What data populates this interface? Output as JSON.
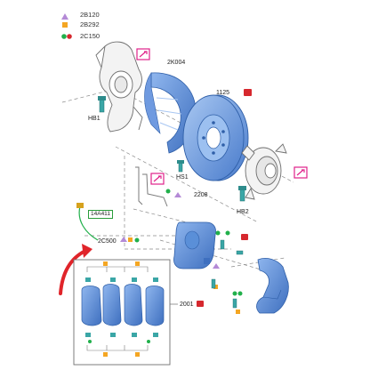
{
  "legend": [
    {
      "marker": "triangle",
      "color": "#b48ad6",
      "code": "2B120"
    },
    {
      "marker": "square",
      "color": "#f4a623",
      "code": "2B292"
    },
    {
      "marker": "circle-pair",
      "color": "#21b04b",
      "code": "2C150"
    }
  ],
  "parts": {
    "dust_shield": "2K004",
    "rotor": "1125",
    "knuckle_bolt": "HB1",
    "shield_screw": "HS1",
    "hub_bolt": "HB2",
    "wear_sensor_clip": "2208",
    "wear_sensor": "14A411",
    "caliper": "2C500",
    "pad_kit": "2001"
  },
  "colors": {
    "part_blue": "#5a8fd8",
    "part_blue_dark": "#2f5fa8",
    "line_gray": "#7a7a7a",
    "tool_magenta": "#e0218a",
    "torque_red": "#d6282e",
    "accent_green": "#21b04b",
    "accent_orange": "#f4a623",
    "accent_purple": "#b48ad6",
    "arrow_red": "#e0242a"
  },
  "icons": [
    "tool-icon",
    "torque-icon",
    "arrow-icon"
  ]
}
